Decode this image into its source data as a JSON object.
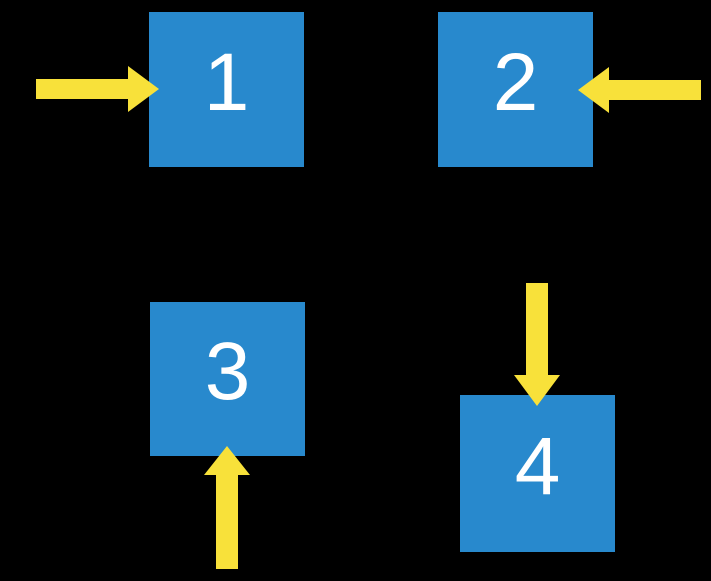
{
  "slide": {
    "background_color": "#000000",
    "box_fill_color": "#2889cd",
    "arrow_fill_color": "#f8e13a",
    "label_text_color": "#ffffff"
  },
  "boxes": [
    {
      "label": "1",
      "arrow": "arrow-pointing-right-into-box-from-left"
    },
    {
      "label": "2",
      "arrow": "arrow-pointing-left-into-box-from-right"
    },
    {
      "label": "3",
      "arrow": "arrow-pointing-up-into-box-from-below"
    },
    {
      "label": "4",
      "arrow": "arrow-pointing-down-into-box-from-above"
    }
  ]
}
